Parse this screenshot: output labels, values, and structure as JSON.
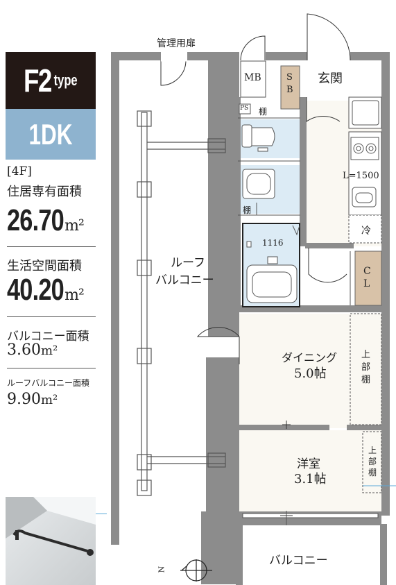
{
  "unit_type": {
    "code": "F2",
    "suffix": "type",
    "layout": "1DK"
  },
  "floor": "[4F]",
  "areas": {
    "private_label": "住居専有面積",
    "private_value": "26.70",
    "living_label": "生活空間面積",
    "living_value": "40.20",
    "balcony_label": "バルコニー面積",
    "balcony_value": "3.60",
    "roof_balcony_label": "ルーフバルコニー面積",
    "roof_balcony_value": "9.90",
    "unit": "m²"
  },
  "plan_labels": {
    "management_door": "管理用扉",
    "mb": "MB",
    "sb_1": "S",
    "sb_2": "B",
    "entrance": "玄関",
    "ps": "PS",
    "shelf_1": "棚",
    "shelf_2": "棚",
    "kitchen_length": "L=1500",
    "fridge": "冷",
    "bath_size": "1116",
    "roof_balcony_1": "ルーフ",
    "roof_balcony_2": "バルコニー",
    "closet_1": "C",
    "closet_2": "L",
    "dining_name": "ダイニング",
    "dining_size": "5.0帖",
    "upper_shelf_1_a": "上",
    "upper_shelf_1_b": "部",
    "upper_shelf_1_c": "棚",
    "western_name": "洋室",
    "western_size": "3.1帖",
    "upper_shelf_2_a": "上",
    "upper_shelf_2_b": "部",
    "upper_shelf_2_c": "棚",
    "balcony": "バルコニー",
    "north": "N"
  },
  "colors": {
    "wall": "#8c8c8c",
    "floor": "#faf8f2",
    "wet_area": "#dcebf5",
    "storage": "#d8c2a8",
    "type_box": "#231815",
    "layout_box": "#8eb3cf"
  }
}
